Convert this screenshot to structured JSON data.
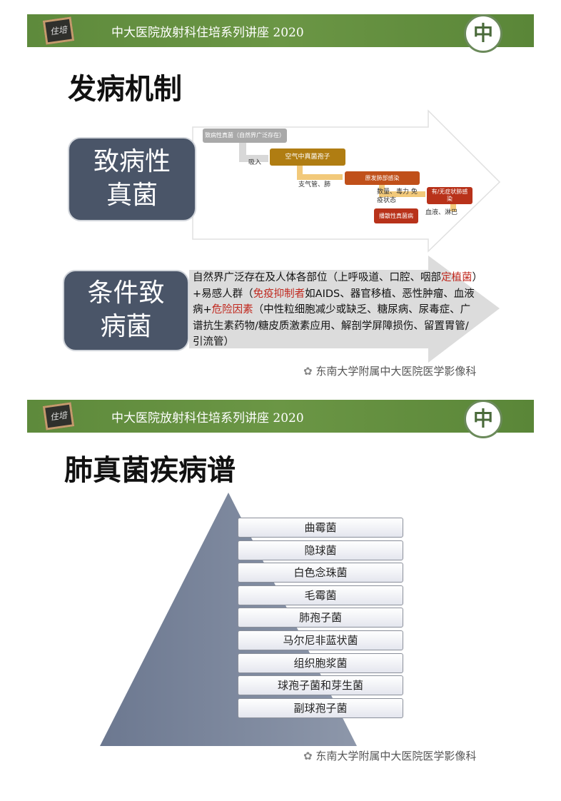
{
  "header": {
    "title": "中大医院放射科住培系列讲座 2020",
    "board_text": "住培",
    "logo_text": "中"
  },
  "slide1": {
    "title": "发病机制",
    "box1": "致病性真菌",
    "box2": "条件致病菌",
    "flow": {
      "source": "致病性真菌（自然界广泛存在）",
      "step1": "空气中真菌孢子",
      "label1": "吸入",
      "step2": "原发肺部感染",
      "label2": "支气管、肺",
      "step3": "有/无症状肺感染",
      "label3": "数量、毒力 免疫状态",
      "step4": "播散性真菌病",
      "label4": "血液、淋巴"
    },
    "text": {
      "p1": "自然界广泛存在及人体各部位（上呼吸道、口腔、咽部",
      "r1": "定植菌",
      "p2": "）+易感人群（",
      "r2": "免疫抑制者",
      "p3": "如AIDS、器官移植、恶性肿瘤、血液病+",
      "r3": "危险因素",
      "p4": "（中性粒细胞减少或缺乏、糖尿病、尿毒症、广谱抗生素药物/糖皮质激素应用、解剖学屏障损伤、留置胃管/引流管）"
    },
    "watermark": "东南大学附属中大医院医学影像科"
  },
  "slide2": {
    "title": "肺真菌疾病谱",
    "items": [
      "曲霉菌",
      "隐球菌",
      "白色念珠菌",
      "毛霉菌",
      "肺孢子菌",
      "马尔尼非蓝状菌",
      "组织胞浆菌",
      "球孢子菌和芽生菌",
      "副球孢子菌"
    ],
    "watermark": "东南大学附属中大医院医学影像科"
  },
  "colors": {
    "header": "#6b9645",
    "dark_box": "#4a5568",
    "highlight": "#c0281e"
  }
}
